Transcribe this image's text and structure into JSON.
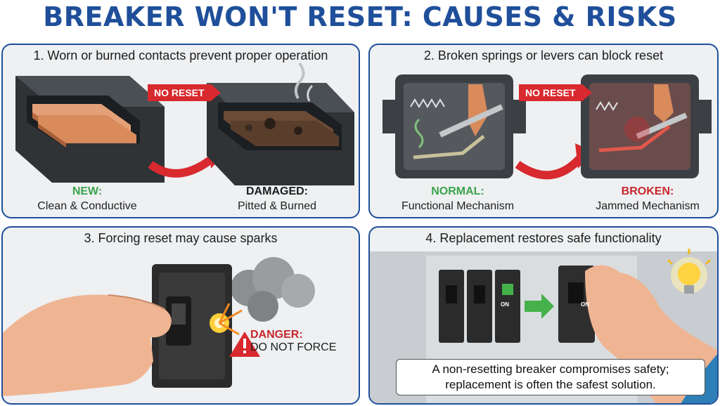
{
  "title": "BREAKER WON'T RESET: CAUSES & RISKS",
  "panels": [
    {
      "title": "1. Worn or burned contacts prevent proper operation",
      "badge": "NO RESET",
      "left_head": "NEW:",
      "left_sub": "Clean & Conductive",
      "right_head": "DAMAGED:",
      "right_sub": "Pitted & Burned"
    },
    {
      "title": "2. Broken springs or levers can block reset",
      "badge": "NO RESET",
      "left_head": "NORMAL:",
      "left_sub": "Functional Mechanism",
      "right_head": "BROKEN:",
      "right_sub": "Jammed Mechanism"
    },
    {
      "title": "3. Forcing reset may cause sparks",
      "danger_head": "DANGER:",
      "danger_sub": "DO NOT FORCE"
    },
    {
      "title": "4. Replacement restores safe functionality",
      "on_label": "ON",
      "on_label_new": "ON",
      "note_line1": "A non-resetting breaker compromises safety;",
      "note_line2": "replacement is often the safest solution."
    }
  ],
  "colors": {
    "title_blue": "#1f4f9a",
    "good_green": "#3aa34b",
    "bad_red": "#c8262b",
    "copper": "#d98b5c",
    "breaker_black": "#2b2b2b"
  },
  "icons": [
    "curved-arrow-icon",
    "warning-triangle-icon",
    "light-bulb-icon",
    "green-arrow-icon"
  ]
}
